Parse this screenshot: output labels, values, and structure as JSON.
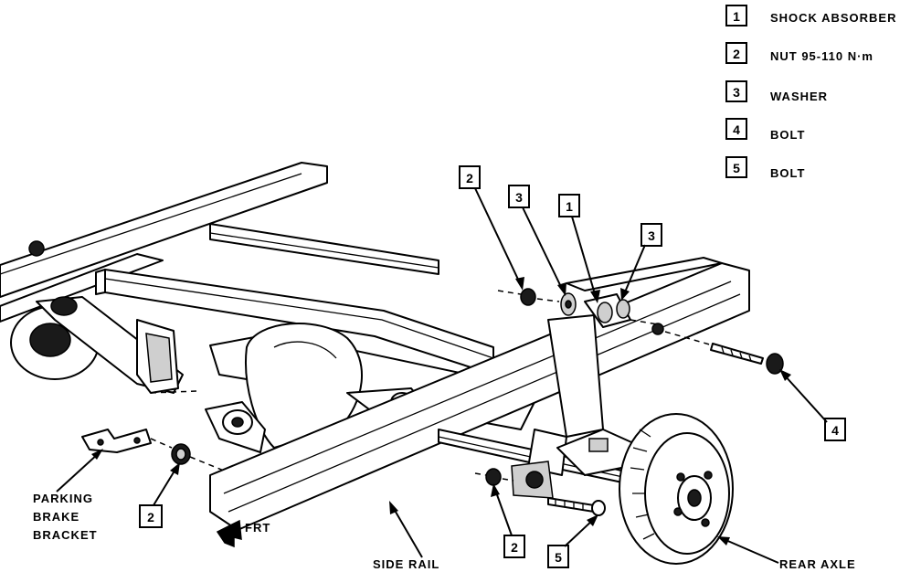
{
  "legend": [
    {
      "num": "1",
      "text": "SHOCK ABSORBER"
    },
    {
      "num": "2",
      "text": "NUT 95-110 N·m"
    },
    {
      "num": "3",
      "text": "WASHER"
    },
    {
      "num": "4",
      "text": "BOLT"
    },
    {
      "num": "5",
      "text": "BOLT"
    }
  ],
  "callouts": {
    "c2_top": "2",
    "c3_top": "3",
    "c1_top": "1",
    "c3_right": "3",
    "c4": "4",
    "c2_left": "2",
    "c2_bottom": "2",
    "c5": "5"
  },
  "labels": {
    "parking_1": "PARKING",
    "parking_2": "BRAKE",
    "parking_3": "BRACKET",
    "frt": "FRT",
    "side_rail": "SIDE RAIL",
    "rear_axle": "REAR AXLE"
  }
}
